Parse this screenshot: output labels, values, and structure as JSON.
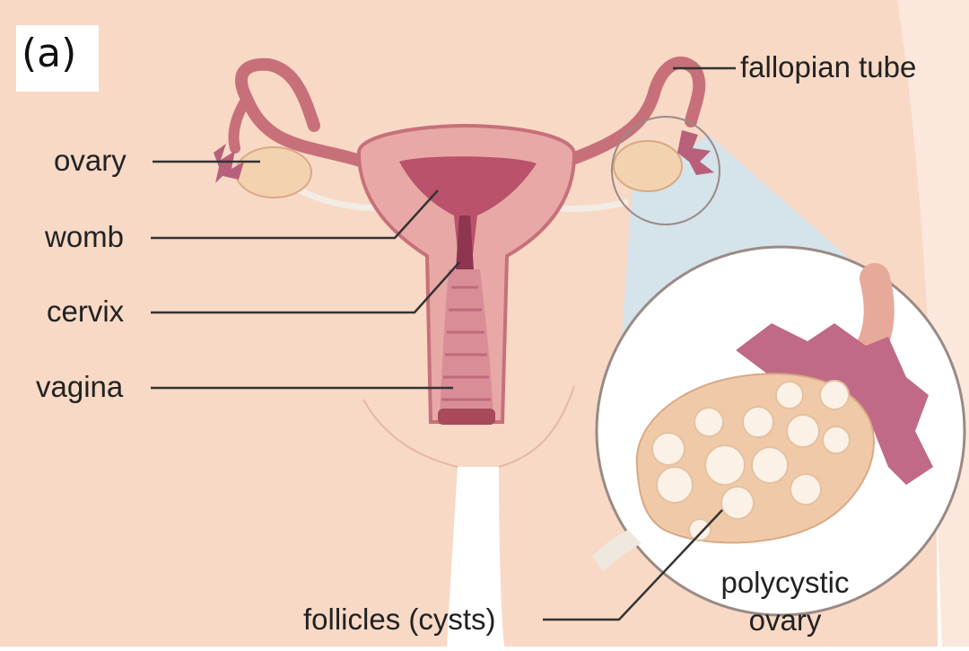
{
  "panel_label": "(a)",
  "labels": {
    "ovary": "ovary",
    "womb": "womb",
    "cervix": "cervix",
    "vagina": "vagina",
    "fallopian_tube": "fallopian tube",
    "follicles": "follicles (cysts)",
    "polycystic_line1": "polycystic",
    "polycystic_line2": "ovary"
  },
  "colors": {
    "skin": "#f7d9c6",
    "uterus": "#c8707a",
    "uterus_dark": "#a84a5a",
    "ovary": "#f3d2b0",
    "follicle": "#fbf1e6",
    "fimbriae": "#b8607a",
    "magnifier_tint": "#cfe4f1",
    "leader": "#333333"
  }
}
